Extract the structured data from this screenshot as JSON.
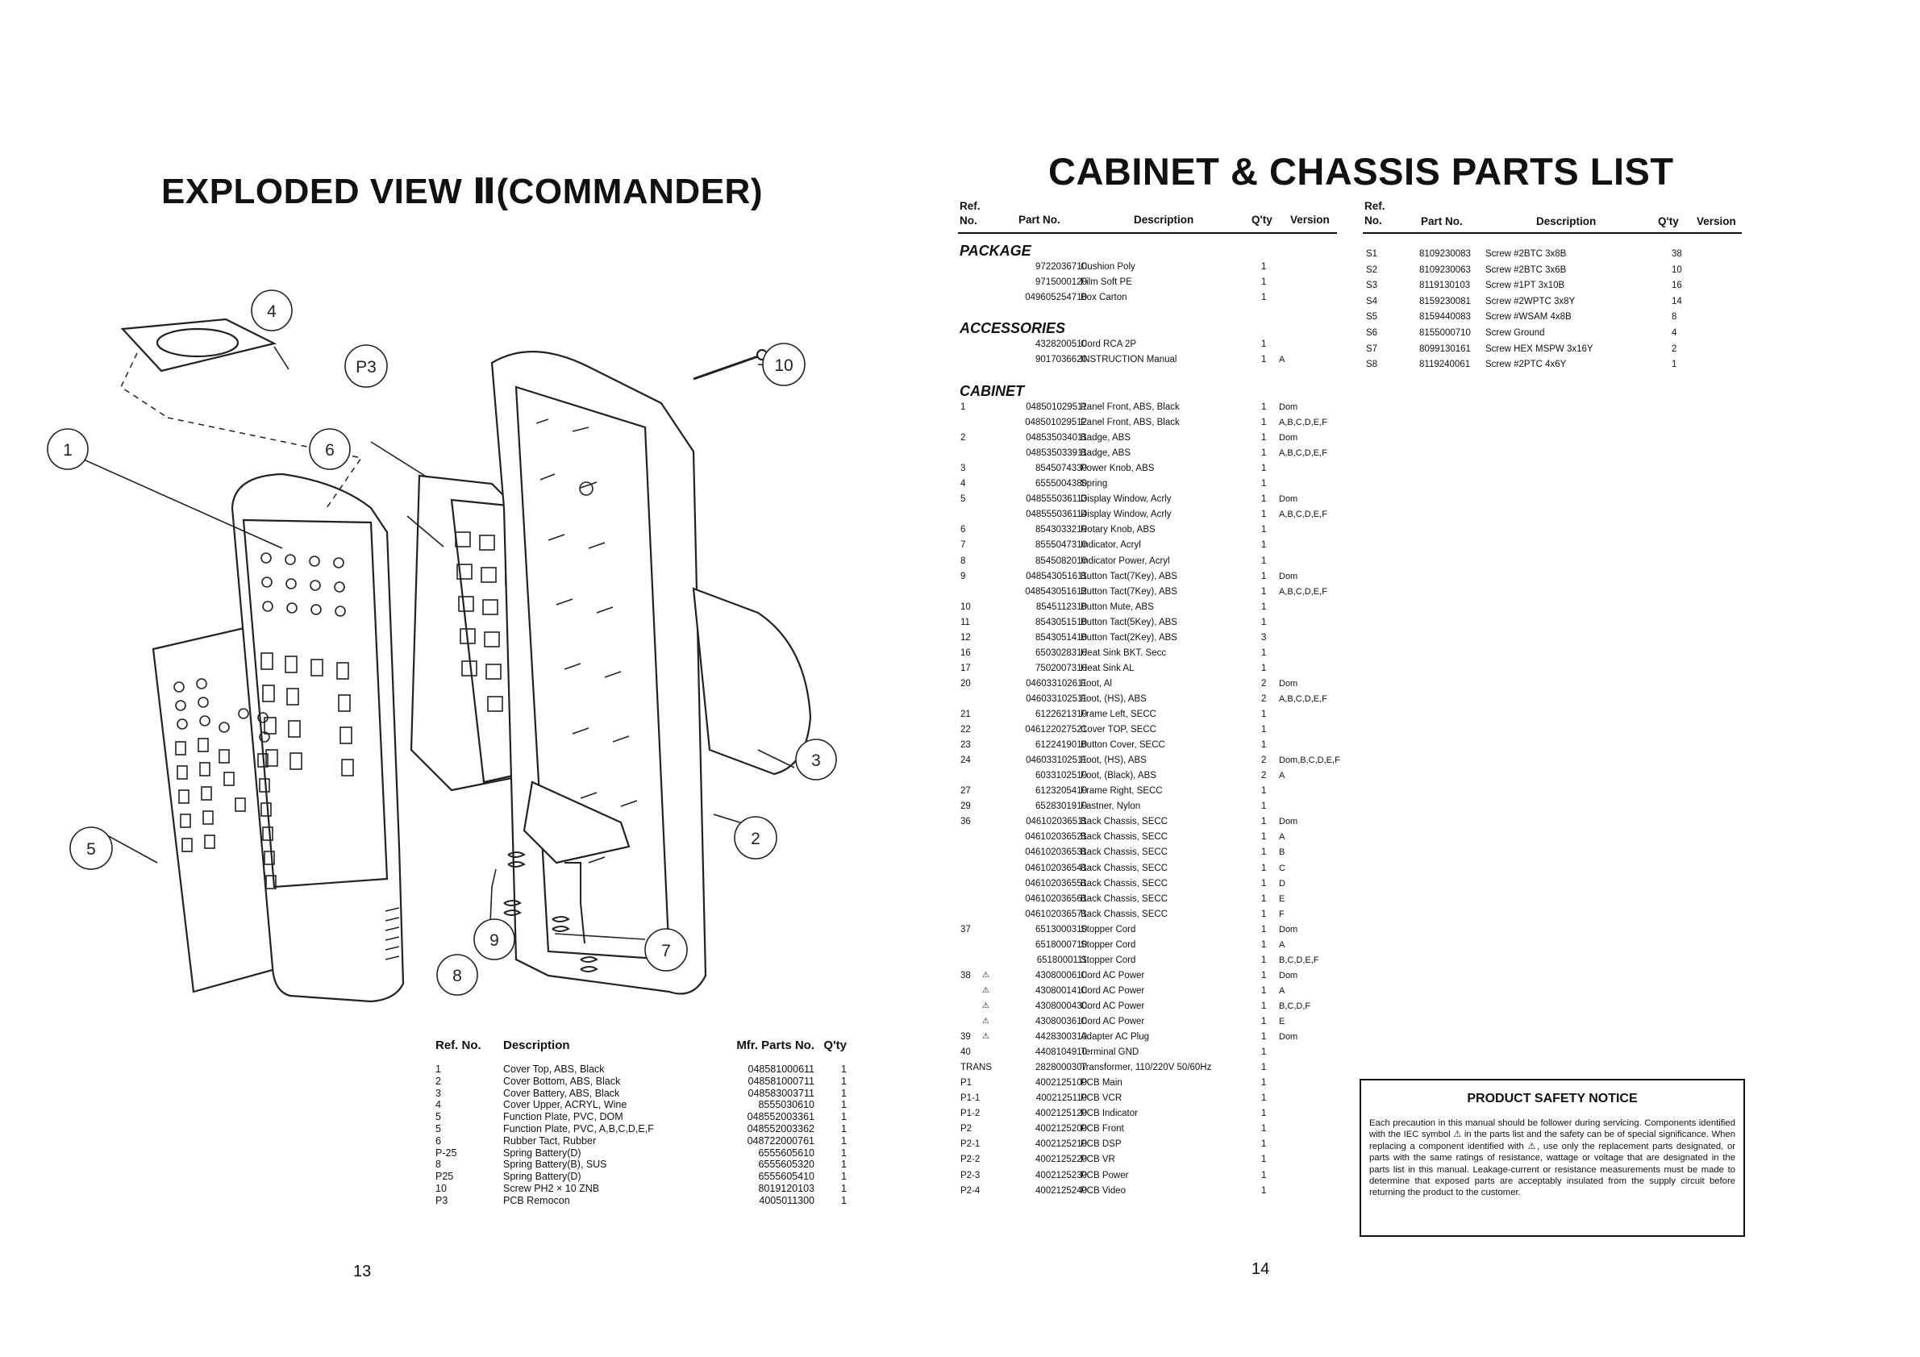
{
  "left_page": {
    "title": "EXPLODED VIEW Ⅱ(COMMANDER)",
    "page_number": "13",
    "callouts": [
      "1",
      "2",
      "3",
      "4",
      "5",
      "6",
      "7",
      "8",
      "9",
      "10",
      "P3"
    ],
    "table": {
      "headers": {
        "ref": "Ref. No.",
        "desc": "Description",
        "part": "Mfr. Parts No.",
        "qty": "Q'ty"
      },
      "rows": [
        {
          "ref": "1",
          "desc": "Cover Top, ABS, Black",
          "part": "048581000611",
          "qty": "1"
        },
        {
          "ref": "2",
          "desc": "Cover Bottom, ABS, Black",
          "part": "048581000711",
          "qty": "1"
        },
        {
          "ref": "3",
          "desc": "Cover Battery, ABS, Black",
          "part": "048583003711",
          "qty": "1"
        },
        {
          "ref": "4",
          "desc": "Cover Upper, ACRYL, Wine",
          "part": "8555030610",
          "qty": "1"
        },
        {
          "ref": "5",
          "desc": "Function Plate, PVC, DOM",
          "part": "048552003361",
          "qty": "1"
        },
        {
          "ref": "5",
          "desc": "Function Plate, PVC, A,B,C,D,E,F",
          "part": "048552003362",
          "qty": "1"
        },
        {
          "ref": "6",
          "desc": "Rubber Tact, Rubber",
          "part": "048722000761",
          "qty": "1"
        },
        {
          "ref": "P-25",
          "desc": "Spring Battery(D)",
          "part": "6555605610",
          "qty": "1"
        },
        {
          "ref": "8",
          "desc": "Spring Battery(B), SUS",
          "part": "6555605320",
          "qty": "1"
        },
        {
          "ref": "P25",
          "desc": "Spring Battery(D)",
          "part": "6555605410",
          "qty": "1"
        },
        {
          "ref": "10",
          "desc": "Screw PH2 × 10 ZNB",
          "part": "8019120103",
          "qty": "1"
        },
        {
          "ref": "P3",
          "desc": "PCB Remocon",
          "part": "4005011300",
          "qty": "1"
        }
      ]
    }
  },
  "right_page": {
    "title": "CABINET & CHASSIS PARTS LIST",
    "page_number": "14",
    "headers": {
      "ref_line1": "Ref.",
      "ref_line2": "No.",
      "part": "Part No.",
      "desc": "Description",
      "qty": "Q'ty",
      "ver": "Version"
    },
    "sections": {
      "package": {
        "title": "PACKAGE",
        "rows": [
          {
            "ref": "",
            "tri": "",
            "part": "9722036710",
            "desc": "Cushion Poly",
            "qty": "1",
            "ver": ""
          },
          {
            "ref": "",
            "tri": "",
            "part": "9715000120",
            "desc": "Film Soft PE",
            "qty": "1",
            "ver": ""
          },
          {
            "ref": "",
            "tri": "",
            "part": "049605254710",
            "desc": "Box Carton",
            "qty": "1",
            "ver": ""
          }
        ]
      },
      "accessories": {
        "title": "ACCESSORIES",
        "rows": [
          {
            "ref": "",
            "tri": "",
            "part": "4328200510",
            "desc": "Cord RCA 2P",
            "qty": "1",
            "ver": ""
          },
          {
            "ref": "",
            "tri": "",
            "part": "9017036620",
            "desc": "INSTRUCTION Manual",
            "qty": "1",
            "ver": "A"
          }
        ]
      },
      "cabinet": {
        "title": "CABINET",
        "rows": [
          {
            "ref": "1",
            "tri": "",
            "part": "048501029511",
            "desc": "Panel Front, ABS, Black",
            "qty": "1",
            "ver": "Dom"
          },
          {
            "ref": "",
            "tri": "",
            "part": "048501029512",
            "desc": "Panel Front, ABS, Black",
            "qty": "1",
            "ver": "A,B,C,D,E,F"
          },
          {
            "ref": "2",
            "tri": "",
            "part": "048535034011",
            "desc": "Badge, ABS",
            "qty": "1",
            "ver": "Dom"
          },
          {
            "ref": "",
            "tri": "",
            "part": "048535033911",
            "desc": "Badge, ABS",
            "qty": "1",
            "ver": "A,B,C,D,E,F"
          },
          {
            "ref": "3",
            "tri": "",
            "part": "8545074330",
            "desc": "Power Knob, ABS",
            "qty": "1",
            "ver": ""
          },
          {
            "ref": "4",
            "tri": "",
            "part": "6555004380",
            "desc": "Spring",
            "qty": "1",
            "ver": ""
          },
          {
            "ref": "5",
            "tri": "",
            "part": "048555036113",
            "desc": "Display Window, Acrly",
            "qty": "1",
            "ver": "Dom"
          },
          {
            "ref": "",
            "tri": "",
            "part": "048555036114",
            "desc": "Display Window, Acrly",
            "qty": "1",
            "ver": "A,B,C,D,E,F"
          },
          {
            "ref": "6",
            "tri": "",
            "part": "8543033210",
            "desc": "Rotary Knob, ABS",
            "qty": "1",
            "ver": ""
          },
          {
            "ref": "7",
            "tri": "",
            "part": "8555047310",
            "desc": "Indicator, Acryl",
            "qty": "1",
            "ver": ""
          },
          {
            "ref": "8",
            "tri": "",
            "part": "8545082010",
            "desc": "Indicator Power, Acryl",
            "qty": "1",
            "ver": ""
          },
          {
            "ref": "9",
            "tri": "",
            "part": "048543051611",
            "desc": "Button Tact(7Key), ABS",
            "qty": "1",
            "ver": "Dom"
          },
          {
            "ref": "",
            "tri": "",
            "part": "048543051612",
            "desc": "Button Tact(7Key), ABS",
            "qty": "1",
            "ver": "A,B,C,D,E,F"
          },
          {
            "ref": "10",
            "tri": "",
            "part": "8545112310",
            "desc": "Button Mute, ABS",
            "qty": "1",
            "ver": ""
          },
          {
            "ref": "11",
            "tri": "",
            "part": "8543051510",
            "desc": "Button Tact(5Key), ABS",
            "qty": "1",
            "ver": ""
          },
          {
            "ref": "12",
            "tri": "",
            "part": "8543051410",
            "desc": "Button Tact(2Key), ABS",
            "qty": "3",
            "ver": ""
          },
          {
            "ref": "16",
            "tri": "",
            "part": "6503028310",
            "desc": "Heat Sink BKT. Secc",
            "qty": "1",
            "ver": ""
          },
          {
            "ref": "17",
            "tri": "",
            "part": "7502007310",
            "desc": "Heat Sink AL",
            "qty": "1",
            "ver": ""
          },
          {
            "ref": "20",
            "tri": "",
            "part": "046033102611",
            "desc": "Foot, Al",
            "qty": "2",
            "ver": "Dom"
          },
          {
            "ref": "",
            "tri": "",
            "part": "046033102511",
            "desc": "Foot, (HS), ABS",
            "qty": "2",
            "ver": "A,B,C,D,E,F"
          },
          {
            "ref": "21",
            "tri": "",
            "part": "6122621310",
            "desc": "Frame Left, SECC",
            "qty": "1",
            "ver": ""
          },
          {
            "ref": "22",
            "tri": "",
            "part": "046122027521",
            "desc": "Cover TOP, SECC",
            "qty": "1",
            "ver": ""
          },
          {
            "ref": "23",
            "tri": "",
            "part": "6122419010",
            "desc": "Button Cover, SECC",
            "qty": "1",
            "ver": ""
          },
          {
            "ref": "24",
            "tri": "",
            "part": "046033102511",
            "desc": "Foot, (HS), ABS",
            "qty": "2",
            "ver": "Dom,B,C,D,E,F"
          },
          {
            "ref": "",
            "tri": "",
            "part": "6033102510",
            "desc": "Foot, (Black), ABS",
            "qty": "2",
            "ver": "A"
          },
          {
            "ref": "27",
            "tri": "",
            "part": "6123205410",
            "desc": "Frame Right, SECC",
            "qty": "1",
            "ver": ""
          },
          {
            "ref": "29",
            "tri": "",
            "part": "6528301910",
            "desc": "Fastner, Nylon",
            "qty": "1",
            "ver": ""
          },
          {
            "ref": "36",
            "tri": "",
            "part": "046102036511",
            "desc": "Back Chassis, SECC",
            "qty": "1",
            "ver": "Dom"
          },
          {
            "ref": "",
            "tri": "",
            "part": "046102036521",
            "desc": "Back Chassis, SECC",
            "qty": "1",
            "ver": "A"
          },
          {
            "ref": "",
            "tri": "",
            "part": "046102036531",
            "desc": "Back Chassis, SECC",
            "qty": "1",
            "ver": "B"
          },
          {
            "ref": "",
            "tri": "",
            "part": "046102036541",
            "desc": "Back Chassis, SECC",
            "qty": "1",
            "ver": "C"
          },
          {
            "ref": "",
            "tri": "",
            "part": "046102036551",
            "desc": "Back Chassis, SECC",
            "qty": "1",
            "ver": "D"
          },
          {
            "ref": "",
            "tri": "",
            "part": "046102036561",
            "desc": "Back Chassis, SECC",
            "qty": "1",
            "ver": "E"
          },
          {
            "ref": "",
            "tri": "",
            "part": "046102036571",
            "desc": "Back Chassis, SECC",
            "qty": "1",
            "ver": "F"
          },
          {
            "ref": "37",
            "tri": "",
            "part": "6513000310",
            "desc": "Stopper Cord",
            "qty": "1",
            "ver": "Dom"
          },
          {
            "ref": "",
            "tri": "",
            "part": "6518000710",
            "desc": "Stopper Cord",
            "qty": "1",
            "ver": "A"
          },
          {
            "ref": "",
            "tri": "",
            "part": "6518000111",
            "desc": "Stopper Cord",
            "qty": "1",
            "ver": "B,C,D,E,F"
          },
          {
            "ref": "38",
            "tri": "⚠",
            "part": "4308000610",
            "desc": "Cord AC Power",
            "qty": "1",
            "ver": "Dom"
          },
          {
            "ref": "",
            "tri": "⚠",
            "part": "4308001410",
            "desc": "Cord AC Power",
            "qty": "1",
            "ver": "A"
          },
          {
            "ref": "",
            "tri": "⚠",
            "part": "4308000430",
            "desc": "Cord AC Power",
            "qty": "1",
            "ver": "B,C,D,F"
          },
          {
            "ref": "",
            "tri": "⚠",
            "part": "4308003610",
            "desc": "Cord AC Power",
            "qty": "1",
            "ver": "E"
          },
          {
            "ref": "39",
            "tri": "⚠",
            "part": "4428300310",
            "desc": "Adapter AC Plug",
            "qty": "1",
            "ver": "Dom"
          },
          {
            "ref": "40",
            "tri": "",
            "part": "4408104910",
            "desc": "Terminal GND",
            "qty": "1",
            "ver": ""
          },
          {
            "ref": "TRANS",
            "tri": "",
            "part": "2828000307",
            "desc": "Transformer, 110/220V 50/60Hz",
            "qty": "1",
            "ver": ""
          },
          {
            "ref": "P1",
            "tri": "",
            "part": "4002125100",
            "desc": "PCB Main",
            "qty": "1",
            "ver": ""
          },
          {
            "ref": "P1-1",
            "tri": "",
            "part": "4002125110",
            "desc": "PCB VCR",
            "qty": "1",
            "ver": ""
          },
          {
            "ref": "P1-2",
            "tri": "",
            "part": "4002125120",
            "desc": "PCB Indicator",
            "qty": "1",
            "ver": ""
          },
          {
            "ref": "P2",
            "tri": "",
            "part": "4002125200",
            "desc": "PCB Front",
            "qty": "1",
            "ver": ""
          },
          {
            "ref": "P2-1",
            "tri": "",
            "part": "4002125210",
            "desc": "PCB DSP",
            "qty": "1",
            "ver": ""
          },
          {
            "ref": "P2-2",
            "tri": "",
            "part": "4002125220",
            "desc": "PCB VR",
            "qty": "1",
            "ver": ""
          },
          {
            "ref": "P2-3",
            "tri": "",
            "part": "4002125230",
            "desc": "PCB Power",
            "qty": "1",
            "ver": ""
          },
          {
            "ref": "P2-4",
            "tri": "",
            "part": "4002125240",
            "desc": "PCB Video",
            "qty": "1",
            "ver": ""
          }
        ]
      }
    },
    "screws": [
      {
        "ref": "S1",
        "part": "8109230083",
        "desc": "Screw #2BTC 3x8B",
        "qty": "38"
      },
      {
        "ref": "S2",
        "part": "8109230063",
        "desc": "Screw #2BTC 3x6B",
        "qty": "10"
      },
      {
        "ref": "S3",
        "part": "8119130103",
        "desc": "Screw #1PT 3x10B",
        "qty": "16"
      },
      {
        "ref": "S4",
        "part": "8159230081",
        "desc": "Screw #2WPTC 3x8Y",
        "qty": "14"
      },
      {
        "ref": "S5",
        "part": "8159440083",
        "desc": "Screw #WSAM 4x8B",
        "qty": "8"
      },
      {
        "ref": "S6",
        "part": "8155000710",
        "desc": "Screw Ground",
        "qty": "4"
      },
      {
        "ref": "S7",
        "part": "8099130161",
        "desc": "Screw HEX MSPW 3x16Y",
        "qty": "2"
      },
      {
        "ref": "S8",
        "part": "8119240061",
        "desc": "Screw #2PTC 4x6Y",
        "qty": "1"
      }
    ],
    "notice": {
      "title": "PRODUCT SAFETY NOTICE",
      "body": "Each precaution in this manual should be follower during servicing. Components identified with the IEC symbol ⚠ in the parts list and the safety can be of special significance. When replacing a component identified with ⚠, use only the replacement parts designated, or parts with the same ratings of resistance, wattage or voltage that are designated in the parts list in this manual. Leakage-current or resistance measurements must be made to determine that exposed parts are acceptably insulated from the supply circuit before returning the product to the customer."
    }
  }
}
